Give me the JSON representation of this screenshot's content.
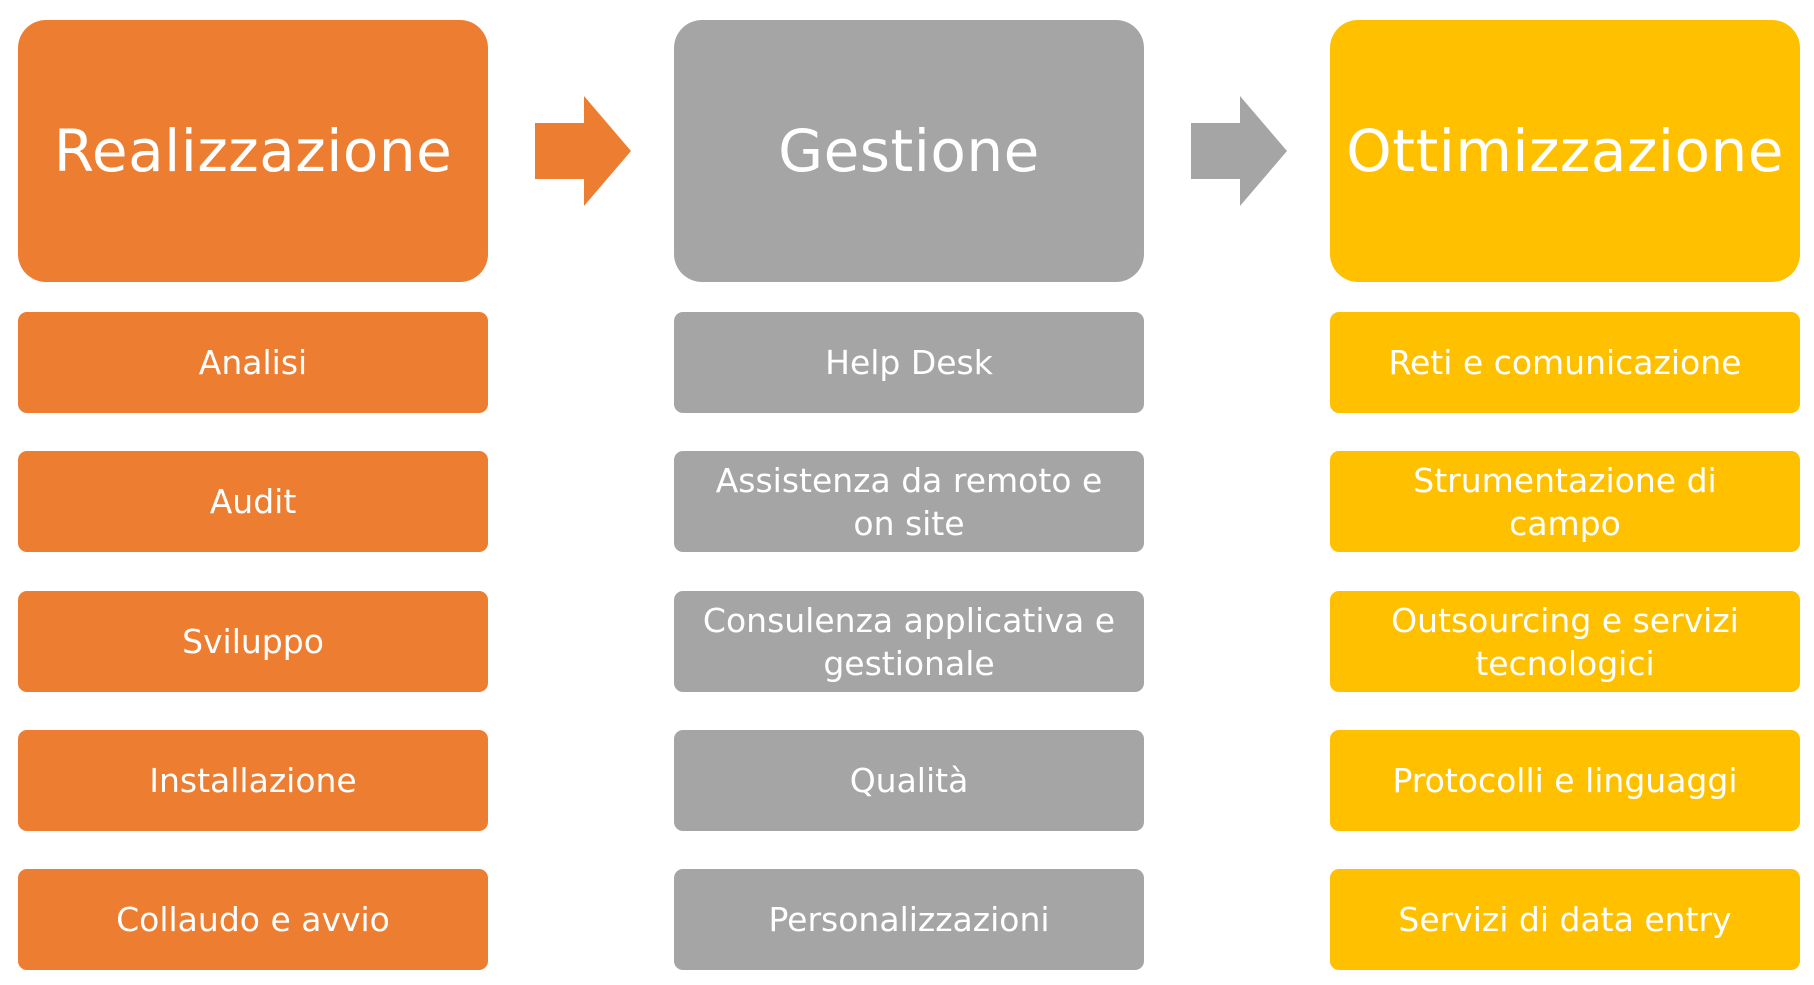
{
  "colors": {
    "orange": "#ED7D31",
    "gray": "#A5A5A5",
    "yellow": "#FFC000"
  },
  "arrows": [
    "arrow-right-icon",
    "arrow-right-icon"
  ],
  "columns": [
    {
      "title": "Realizzazione",
      "color": "#ED7D31",
      "items": [
        "Analisi",
        "Audit",
        "Sviluppo",
        "Installazione",
        "Collaudo e avvio"
      ]
    },
    {
      "title": "Gestione",
      "color": "#A5A5A5",
      "items": [
        "Help Desk",
        "Assistenza da remoto e on site",
        "Consulenza applicativa e gestionale",
        "Qualità",
        "Personalizzazioni"
      ]
    },
    {
      "title": "Ottimizzazione",
      "color": "#FFC000",
      "items": [
        "Reti e comunicazione",
        "Strumentazione di campo",
        "Outsourcing e servizi tecnologici",
        "Protocolli e linguaggi",
        "Servizi di data entry"
      ]
    }
  ]
}
